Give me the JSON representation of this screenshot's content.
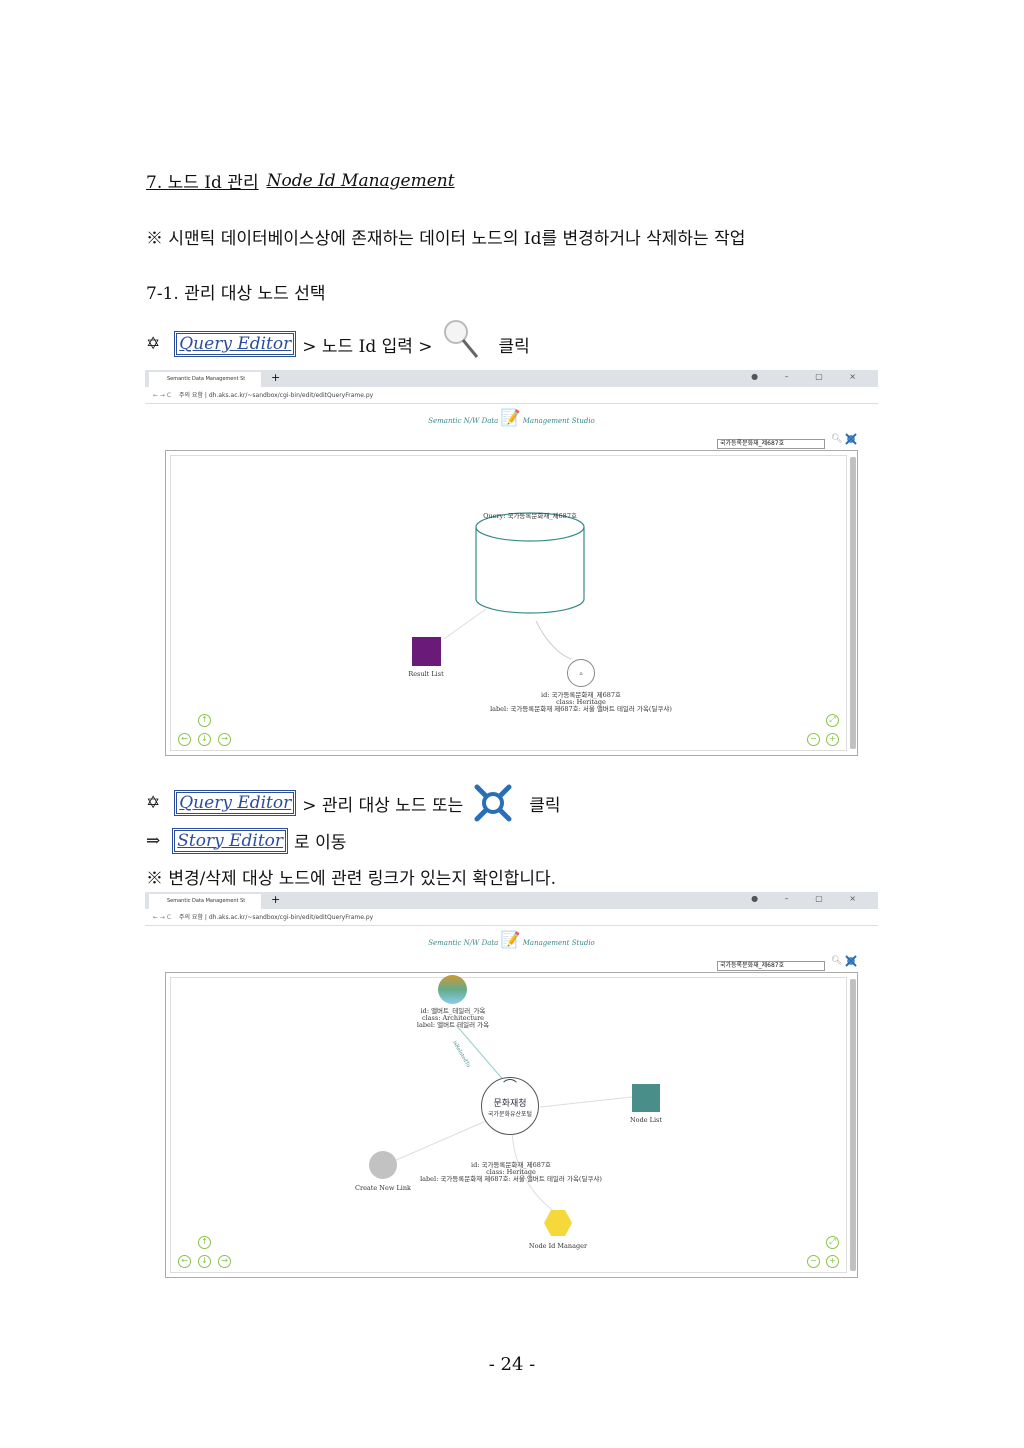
{
  "heading": {
    "number": "7. 노드 Id 관리",
    "english": "Node Id Management"
  },
  "note1": "※ 시맨틱 데이터베이스상에 존재하는 데이터 노드의 Id를 변경하거나 삭제하는 작업",
  "subheading": "7-1. 관리 대상 노드 선택",
  "step1": {
    "bullet": "✡",
    "link": "Query Editor",
    "mid": "> 노드 Id 입력 >",
    "end": "클릭"
  },
  "step2": {
    "bullet": "✡",
    "link": "Query Editor",
    "mid": "> 관리 대상 노드 또는",
    "end": "클릭"
  },
  "step3": {
    "bullet": "⇒",
    "link": "Story Editor",
    "end": "로 이동"
  },
  "note2": "※ 변경/삭제 대상 노드에 관련 링크가 있는지 확인합니다.",
  "browser": {
    "tab": "Semantic Data Management St",
    "warning": "주의 요함",
    "url": "dh.aks.ac.kr/~sandbox/cgi-bin/edit/editQueryFrame.py"
  },
  "app": {
    "title_left": "Semantic N/W Data",
    "title_right": "Management Studio",
    "search_value": "국가등록문화재_제687호"
  },
  "shot1": {
    "query": "Query: 국가등록문화재_제687호",
    "result_list": "Result List",
    "node_id": "id: 국가등록문화재_제687호",
    "node_class": "class: Heritage",
    "node_label": "label: 국가등록문화재 제687호: 서울 앨버트 테일러 가옥(딜쿠샤)"
  },
  "shot2": {
    "top_id": "id: 앨버트_테일러_가옥",
    "top_class": "class: Architecture",
    "top_label": "label: 앨버트 테일러 가옥",
    "link_label": "isRelatedTo",
    "center_logo": "문화재청",
    "center_sub": "국가문화유산포털",
    "node_list": "Node List",
    "create_link": "Create New Link",
    "node_id": "id: 국가등록문화재_제687호",
    "node_class": "class: Heritage",
    "node_label": "label: 국가등록문화재 제687호: 서울 앨버트 테일러 가옥(딜쿠샤)",
    "node_id_manager": "Node Id Manager"
  },
  "page_number": "- 24 -",
  "colors": {
    "link": "#2b4e9b",
    "teal": "#3a8a8a",
    "purple": "#6a1b7a",
    "node_list": "#4a8e8a",
    "hexagon": "#f5d83a"
  }
}
